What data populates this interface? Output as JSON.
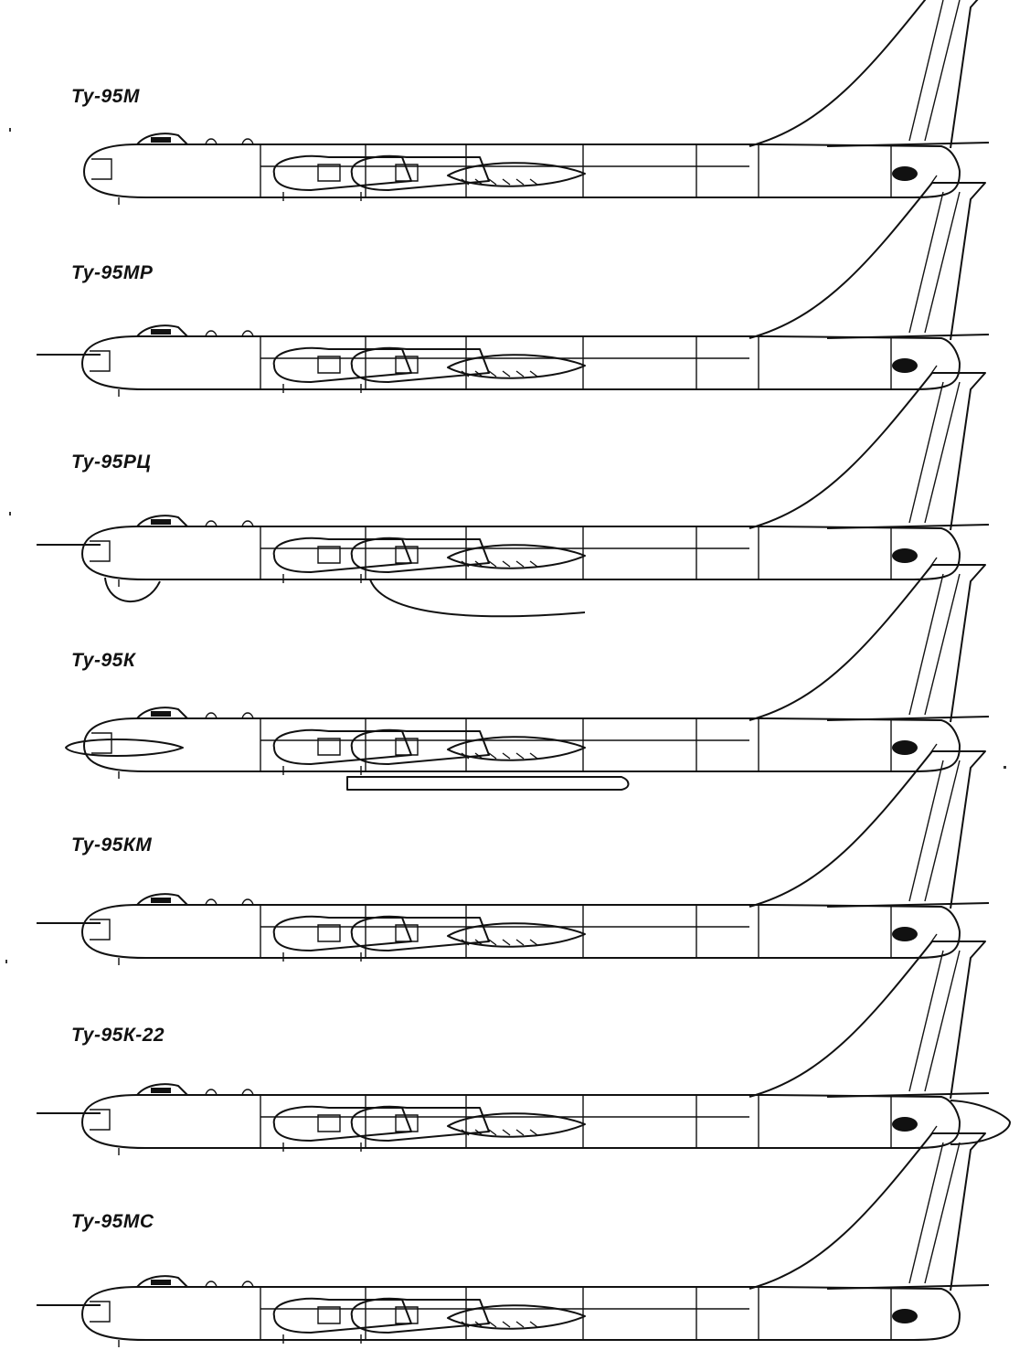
{
  "variants": [
    {
      "label": "Ту-95М",
      "probe": false,
      "radome": false,
      "missile": false,
      "tailcone": false
    },
    {
      "label": "Ту-95МР",
      "probe": true,
      "radome": false,
      "missile": false,
      "tailcone": false
    },
    {
      "label": "Ту-95РЦ",
      "probe": true,
      "radome": true,
      "missile": false,
      "tailcone": false
    },
    {
      "label": "Ту-95К",
      "probe": false,
      "radome": false,
      "missile": true,
      "tailcone": false
    },
    {
      "label": "Ту-95КМ",
      "probe": true,
      "radome": false,
      "missile": false,
      "tailcone": false
    },
    {
      "label": "Ту-95К-22",
      "probe": true,
      "radome": false,
      "missile": false,
      "tailcone": true
    },
    {
      "label": "Ту-95МС",
      "probe": true,
      "radome": false,
      "missile": false,
      "tailcone": false
    }
  ]
}
